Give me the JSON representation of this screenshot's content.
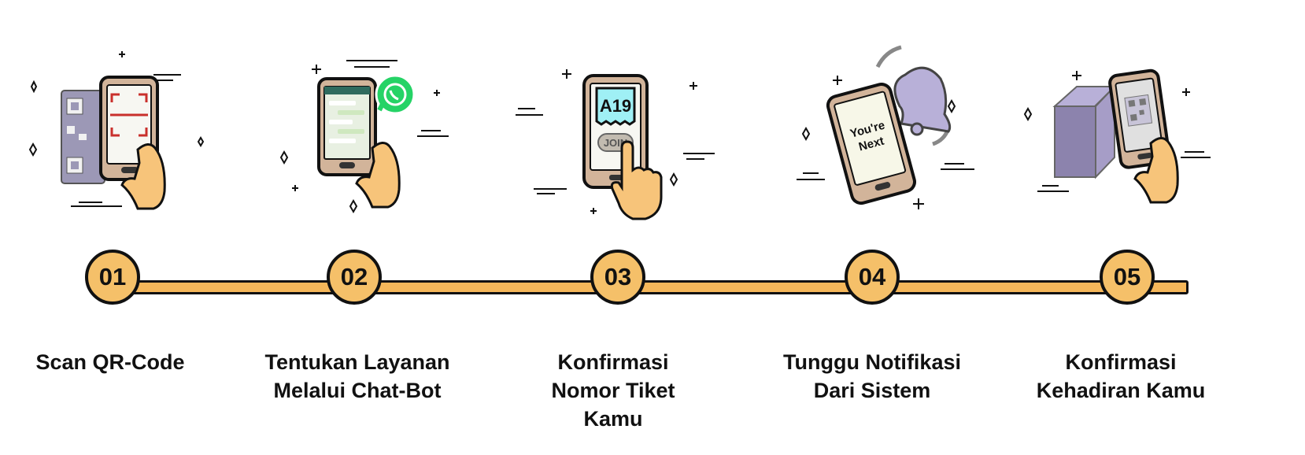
{
  "colors": {
    "accent": "#f5b75a",
    "circle_fill": "#f5c069",
    "outline": "#111111",
    "phone_body": "#d2b49a",
    "skin": "#f7c47a",
    "scan_red": "#c9302c",
    "qr_grey": "#9c98b6",
    "whatsapp_green": "#25d366",
    "ticket_cyan": "#9ff0f5",
    "bell_lilac": "#b8b0d8",
    "box_lilac": "#8c83ad"
  },
  "steps": [
    {
      "number": "01",
      "lines": [
        "Scan QR-Code"
      ],
      "icon": "phone-scan-qr-icon"
    },
    {
      "number": "02",
      "lines": [
        "Tentukan Layanan",
        "Melalui Chat-Bot"
      ],
      "icon": "phone-whatsapp-chat-icon"
    },
    {
      "number": "03",
      "lines": [
        "Konfirmasi",
        "Nomor Tiket",
        "Kamu"
      ],
      "icon": "phone-ticket-join-icon",
      "ticket_code": "A19",
      "button_label": "JOIN"
    },
    {
      "number": "04",
      "lines": [
        "Tunggu Notifikasi",
        "Dari Sistem"
      ],
      "icon": "phone-notification-bell-icon",
      "screen_text": [
        "You're",
        "Next"
      ]
    },
    {
      "number": "05",
      "lines": [
        "Konfirmasi",
        "Kehadiran Kamu"
      ],
      "icon": "phone-scan-kiosk-icon"
    }
  ]
}
